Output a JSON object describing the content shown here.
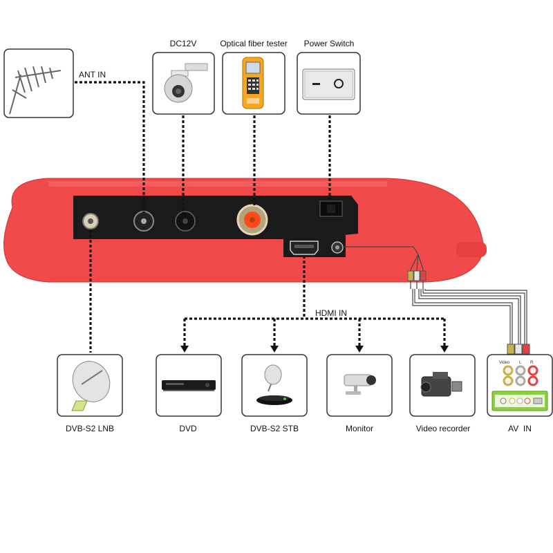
{
  "top_devices": [
    {
      "label": "DC12V",
      "icon": "cctv-camera-icon"
    },
    {
      "label": "Optical fiber tester",
      "icon": "optical-fiber-tester-icon"
    },
    {
      "label": "Power Switch",
      "icon": "power-switch-icon"
    }
  ],
  "antenna": {
    "label": "ANT IN",
    "icon": "antenna-icon"
  },
  "hdmi_label": "HDMI IN",
  "bottom_devices": [
    {
      "label": "DVB-S2 LNB",
      "icon": "satellite-dish-icon"
    },
    {
      "label": "DVD",
      "icon": "dvd-player-icon"
    },
    {
      "label": "DVB-S2 STB",
      "icon": "set-top-box-icon"
    },
    {
      "label": "Monitor",
      "icon": "security-camera-icon"
    },
    {
      "label": "Video recorder",
      "icon": "camcorder-icon"
    },
    {
      "label": "AV  IN",
      "icon": "av-connector-panel-icon"
    }
  ],
  "av_panel": {
    "video": "Video",
    "left": "L",
    "right": "R"
  },
  "colors": {
    "device_body": "#f04a4a",
    "panel": "#1a1a1a",
    "connector_orange": "#ff4a1a",
    "av_green": "#8ccf3f"
  }
}
